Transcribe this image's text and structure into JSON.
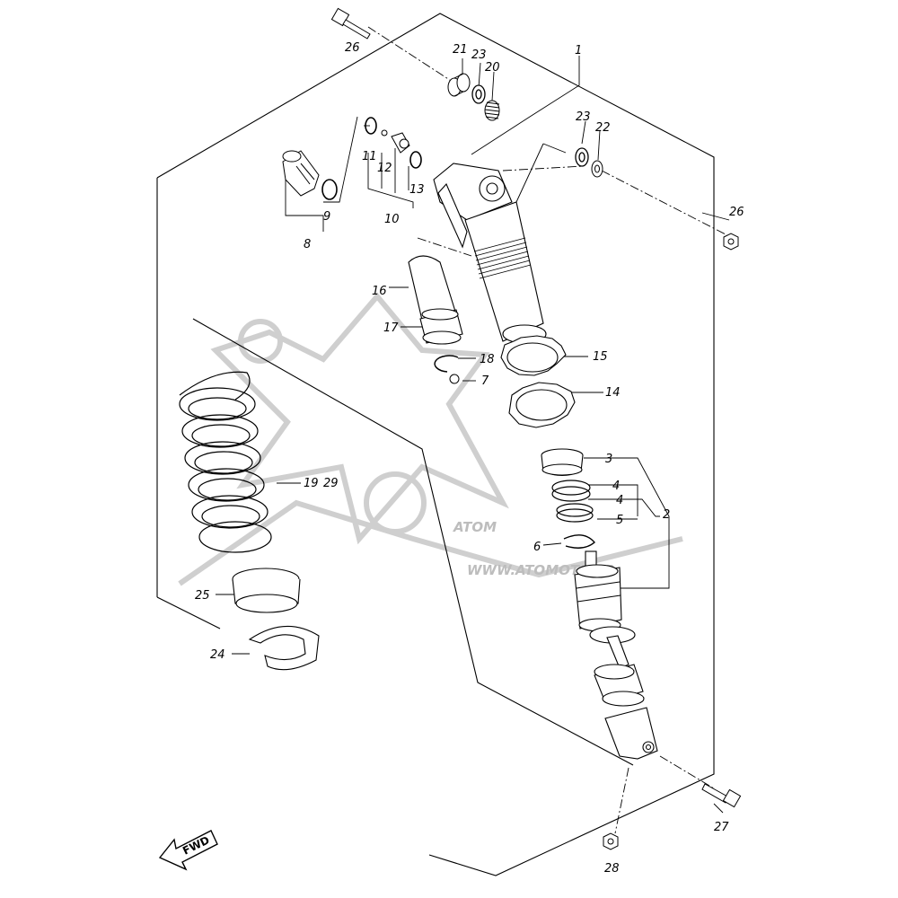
{
  "watermark": {
    "brand": "ATOM",
    "url": "WWW.ATOMOTO.FR"
  },
  "fwd_label": "FWD",
  "labels": {
    "l1": "1",
    "l2": "2",
    "l3": "3",
    "l4a": "4",
    "l4b": "4",
    "l5": "5",
    "l6": "6",
    "l7": "7",
    "l8": "8",
    "l9": "9",
    "l10": "10",
    "l11": "11",
    "l12": "12",
    "l13": "13",
    "l14": "14",
    "l15": "15",
    "l16": "16",
    "l17": "17",
    "l18": "18",
    "l19": "19",
    "l29": "29",
    "l21": "21",
    "l22": "22",
    "l23a": "23",
    "l23b": "23",
    "l20": "20",
    "l24": "24",
    "l25": "25",
    "l26a": "26",
    "l26b": "26",
    "l27": "27",
    "l28": "28"
  }
}
